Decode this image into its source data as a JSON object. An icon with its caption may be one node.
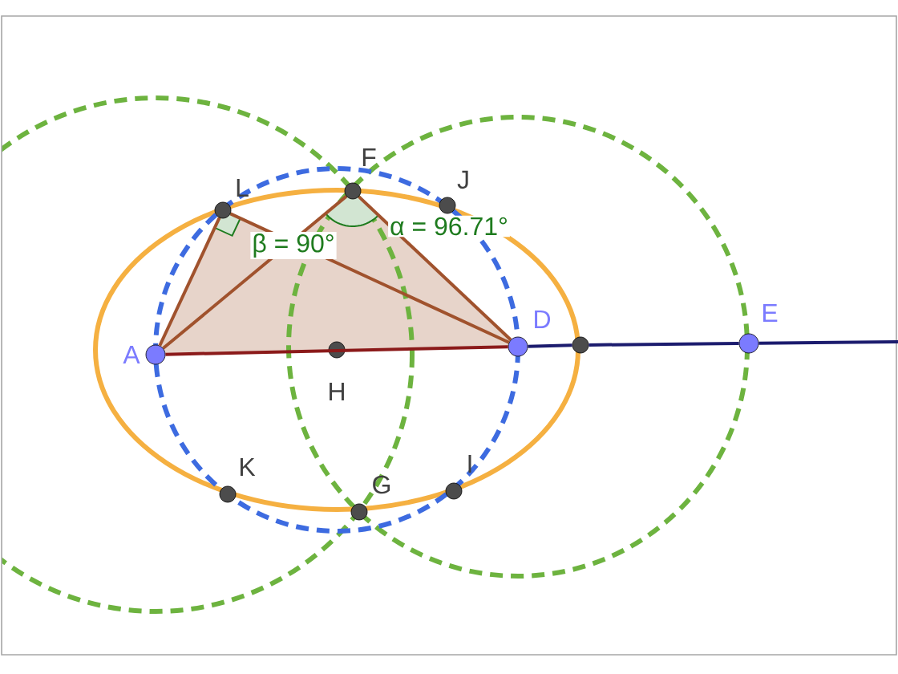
{
  "diagram": {
    "nodes": [
      {
        "text": [
          "A"
        ]
      },
      {
        "text": [
          "L"
        ]
      },
      {
        "text": [
          "F"
        ]
      },
      {
        "text": [
          "J"
        ]
      },
      {
        "text": [
          "D"
        ]
      },
      {
        "text": [],
        "shape": "circle"
      },
      {
        "text": [
          "E"
        ]
      },
      {
        "text": [
          "H"
        ]
      },
      {
        "text": [
          "K"
        ]
      },
      {
        "text": [
          "G"
        ]
      },
      {
        "text": [
          "I"
        ]
      }
    ],
    "edges": [
      {
        "from": 0,
        "to": 4,
        "arrow": "none",
        "color": "#8b1a1a"
      },
      {
        "from": 4,
        "to": 5,
        "arrow": "none",
        "color": "#1c1c6e"
      },
      {
        "from": 5,
        "to": 6,
        "arrow": "none",
        "color": "#1c1c6e"
      },
      {
        "from": 6,
        "to": null,
        "arrow": "none",
        "color": "#1c1c6e"
      },
      {
        "from": 0,
        "to": 1,
        "arrow": "none"
      },
      {
        "from": 1,
        "to": 4,
        "arrow": "none"
      },
      {
        "from": 0,
        "to": 2,
        "arrow": "none"
      },
      {
        "from": 2,
        "to": 4,
        "arrow": "none"
      }
    ],
    "labels": [
      "β = 90°",
      "α = 96.71°"
    ]
  }
}
